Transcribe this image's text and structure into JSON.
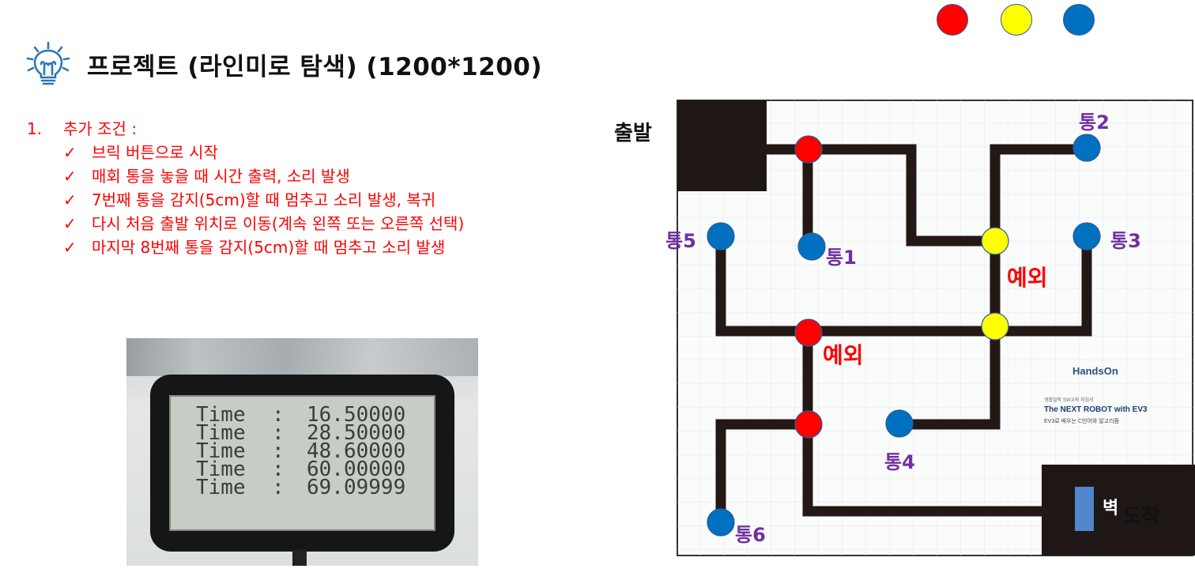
{
  "legend": {
    "colors": [
      "#ff0000",
      "#ffff00",
      "#0070c0"
    ]
  },
  "title": {
    "icon": "lightbulb-icon",
    "text": "프로젝트 (라인미로 탐색) (1200*1200)"
  },
  "conditions": {
    "number": "1.",
    "heading": "추가 조건 :",
    "items": [
      "브릭 버튼으로 시작",
      "매회 통을 놓을 때 시간 출력, 소리 발생",
      "7번째 통을 감지(5cm)할 때 멈추고 소리 발생, 복귀",
      "다시 처음 출발 위치로 이동(계속 왼쪽 또는 오른쪽 선택)",
      "마지막 8번째 통을 감지(5cm)할 때 멈추고 소리 발생"
    ],
    "bullet": "✓"
  },
  "lcd": {
    "rows": [
      {
        "label": "Time",
        "sep": ":",
        "value": "16.50000"
      },
      {
        "label": "Time",
        "sep": ":",
        "value": "28.50000"
      },
      {
        "label": "Time",
        "sep": ":",
        "value": "48.60000"
      },
      {
        "label": "Time",
        "sep": ":",
        "value": "60.00000"
      },
      {
        "label": "Time",
        "sep": ":",
        "value": "69.09999"
      }
    ]
  },
  "map": {
    "start": "출발",
    "finish": "도착",
    "wall": "벽",
    "bins": [
      "통1",
      "통2",
      "통3",
      "통4",
      "통5",
      "통6"
    ],
    "exceptions": [
      "예외",
      "예외"
    ],
    "brand": {
      "logo": "HandsOn",
      "book_title": "The NEXT ROBOT with EV3",
      "book_subtitle": "EV3로 배우는 C언어와 알고리즘",
      "series": "생활밀착 SW교육 지침서"
    }
  }
}
